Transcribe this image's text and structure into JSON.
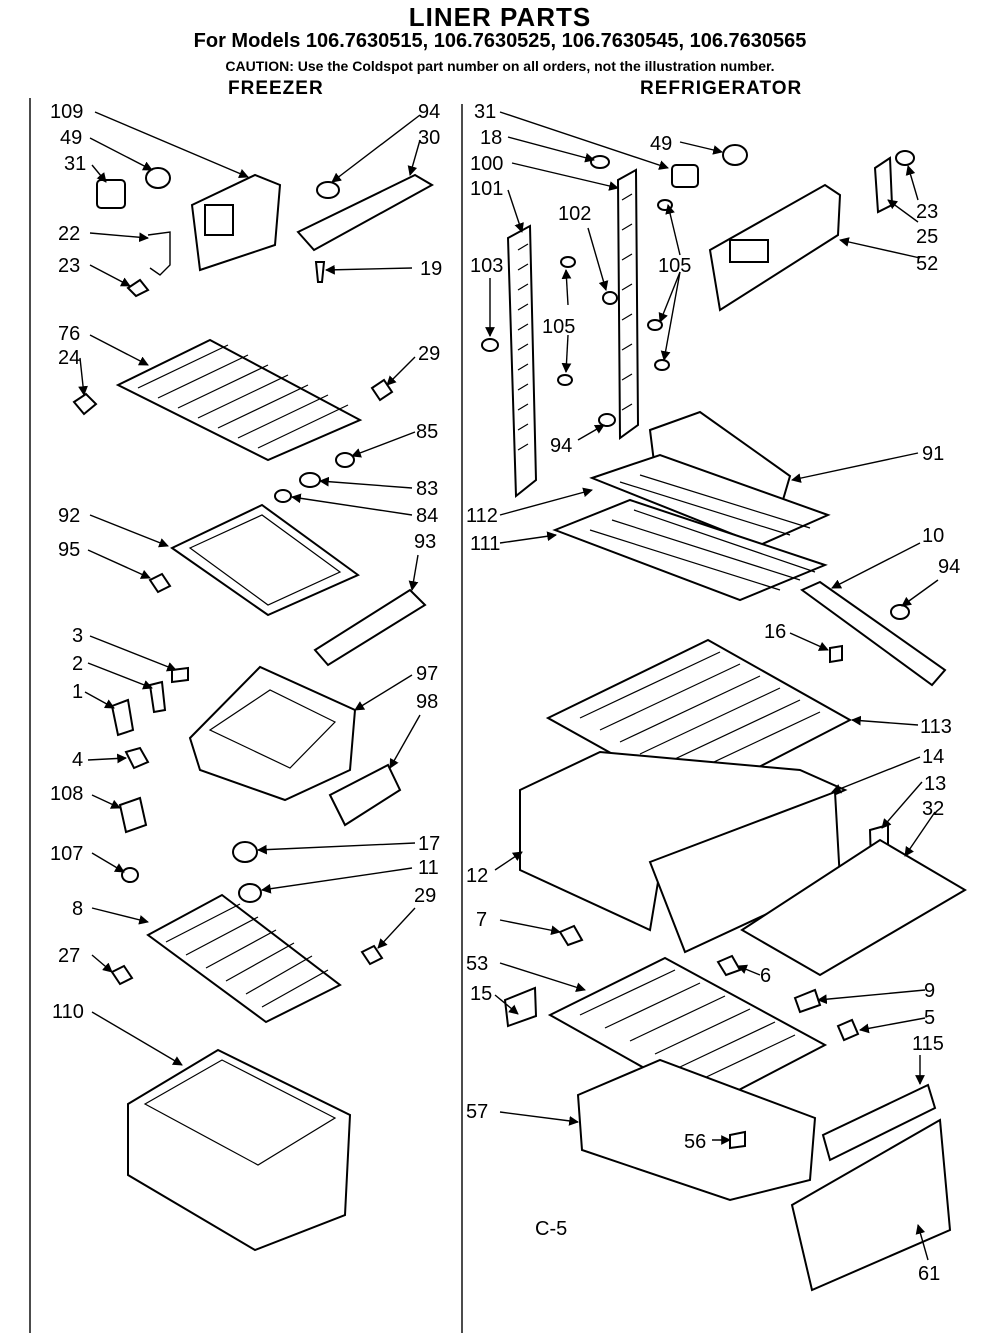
{
  "header": {
    "title": "LINER PARTS",
    "models": "For Models 106.7630515, 106.7630525, 106.7630545, 106.7630565",
    "caution": "CAUTION: Use the Coldspot part number on all orders, not the illustration number."
  },
  "sections": {
    "freezer": "FREEZER",
    "refrigerator": "REFRIGERATOR"
  },
  "footer": {
    "page_code": "C-5"
  },
  "callouts": [
    "109",
    "49",
    "31",
    "94",
    "30",
    "22",
    "23",
    "19",
    "76",
    "24",
    "29",
    "85",
    "83",
    "84",
    "92",
    "95",
    "93",
    "3",
    "2",
    "1",
    "97",
    "98",
    "4",
    "108",
    "17",
    "107",
    "11",
    "8",
    "29",
    "27",
    "110",
    "31",
    "18",
    "49",
    "100",
    "101",
    "102",
    "105",
    "103",
    "105",
    "23",
    "25",
    "52",
    "94",
    "91",
    "112",
    "111",
    "10",
    "94",
    "16",
    "113",
    "14",
    "13",
    "32",
    "12",
    "7",
    "6",
    "53",
    "9",
    "15",
    "5",
    "115",
    "57",
    "56",
    "61"
  ]
}
